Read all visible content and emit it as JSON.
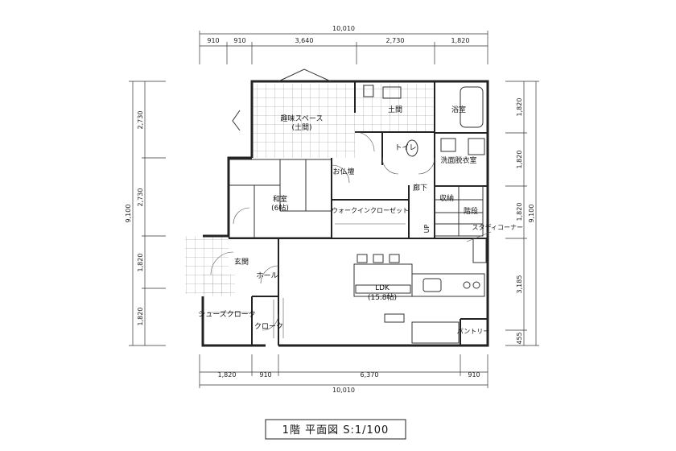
{
  "title": "1階  平面図  S:1/100",
  "dimensions": {
    "top_total": "10,010",
    "top": [
      "910",
      "910",
      "3,640",
      "2,730",
      "1,820"
    ],
    "bottom_total": "10,010",
    "bottom": [
      "1,820",
      "910",
      "6,370",
      "910"
    ],
    "left_total": "9,100",
    "left": [
      "2,730",
      "2,730",
      "1,820",
      "1,820"
    ],
    "right_total": "9,100",
    "right": [
      "1,820",
      "1,820",
      "1,820",
      "3,185",
      "455"
    ]
  },
  "rooms": {
    "hobby_line1": "趣味スペース",
    "hobby_line2": "(土間)",
    "doma": "土間",
    "bath": "浴室",
    "toilet": "トイレ",
    "washroom": "洗面脱衣室",
    "butsudan": "お仏壇",
    "washitsu_line1": "和室",
    "washitsu_line2": "(6帖)",
    "walkin": "ウォークインクローゼット",
    "corridor": "廊下",
    "storage": "収納",
    "stairs": "階段",
    "up": "UP",
    "study": "スタディコーナー",
    "entrance": "玄関",
    "hall": "ホール",
    "ldk_line1": "LDK",
    "ldk_line2": "(15.8帖)",
    "shoes": "シューズクローク",
    "cloak": "クローク",
    "pantry": "パントリー"
  }
}
